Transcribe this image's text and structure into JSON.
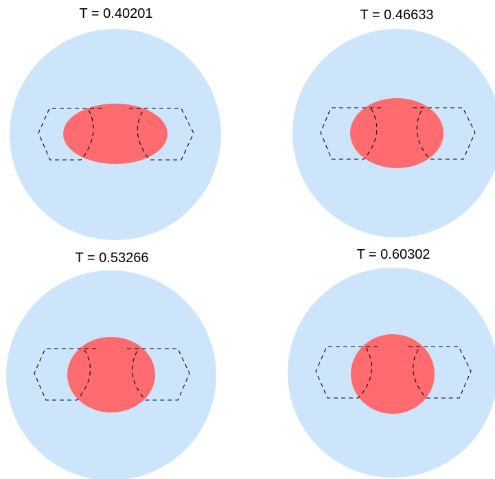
{
  "panels": [
    {
      "title": "T = 0.40201"
    },
    {
      "title": "T = 0.46633"
    },
    {
      "title": "T = 0.53266"
    },
    {
      "title": "T = 0.60302"
    }
  ],
  "colors": {
    "domain": "#cce5fb",
    "droplet": "#ff6b6e",
    "outline": "#000000",
    "background": "#ffffff"
  }
}
